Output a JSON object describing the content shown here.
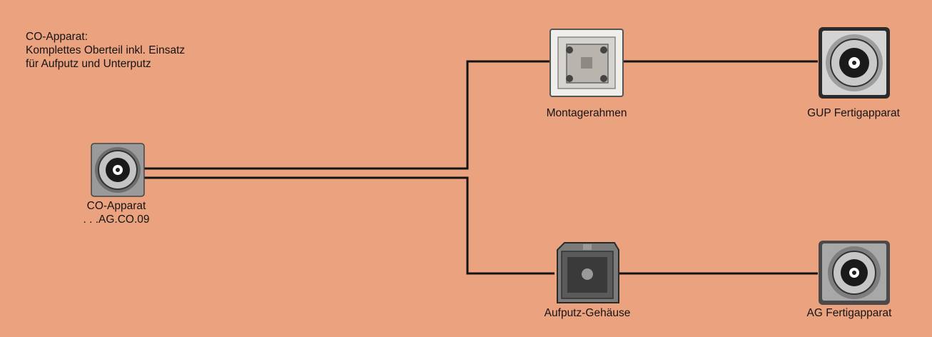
{
  "caption": {
    "line1": "CO-Apparat:",
    "line2": "Komplettes Oberteil inkl. Einsatz",
    "line3": "für Aufputz und Unterputz"
  },
  "nodes": {
    "co_apparat": {
      "label": "CO-Apparat",
      "code": ". . .AG.CO.09",
      "icon": "co-connector-icon"
    },
    "montagerahmen": {
      "label": "Montagerahmen",
      "icon": "mounting-frame-icon"
    },
    "gup_fertigapparat": {
      "label": "GUP Fertigapparat",
      "icon": "flush-socket-icon"
    },
    "aufputz_gehaeuse": {
      "label": "Aufputz-Gehäuse",
      "icon": "surface-housing-icon"
    },
    "ag_fertigapparat": {
      "label": "AG Fertigapparat",
      "icon": "surface-socket-icon"
    }
  },
  "colors": {
    "background": "#eba27f",
    "line": "#141414"
  }
}
